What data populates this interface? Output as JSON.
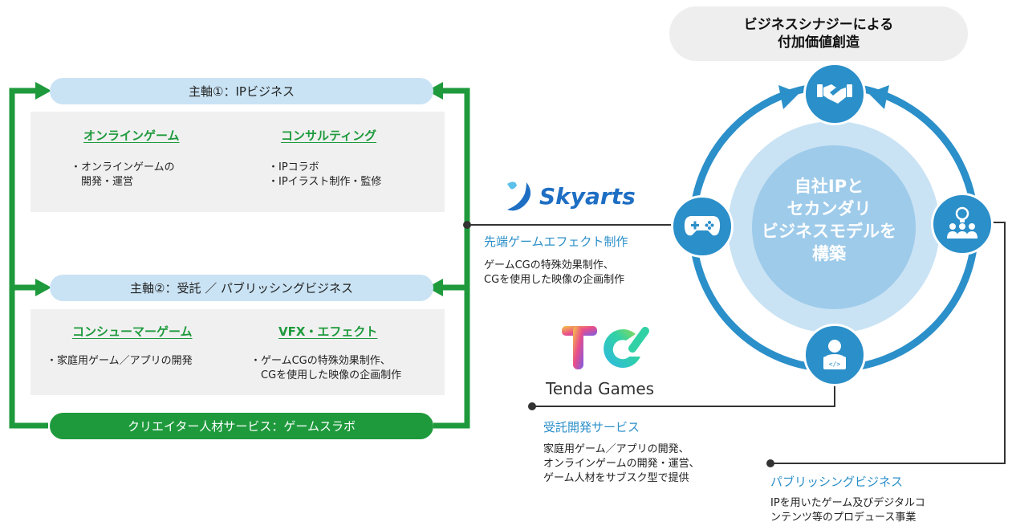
{
  "left": {
    "main1": {
      "title": "主軸①：IPビジネス",
      "col1": {
        "heading": "オンラインゲーム",
        "body": "・オンラインゲームの\n　開発・運営"
      },
      "col2": {
        "heading": "コンサルティング",
        "body": "・IPコラボ\n・IPイラスト制作・監修"
      }
    },
    "main2": {
      "title": "主軸②：受託 ／ パブリッシングビジネス",
      "col1": {
        "heading": "コンシューマーゲーム",
        "body": "・家庭用ゲーム／アプリの開発"
      },
      "col2": {
        "heading": "VFX・エフェクト",
        "body": "・ゲームCGの特殊効果制作、\n　CGを使用した映像の企画制作"
      }
    },
    "bottom_bar": "クリエイター人材サービス：ゲームスラボ"
  },
  "right": {
    "top_bubble": {
      "line1": "ビジネスシナジーによる",
      "line2": "付加価値創造"
    },
    "center": "自社IPと\nセカンダリ\nビジネスモデルを\n構築",
    "skyarts": {
      "logo": "Skyarts",
      "heading": "先端ゲームエフェクト制作",
      "body": "ゲームCGの特殊効果制作、\nCGを使用した映像の企画制作"
    },
    "tenda": {
      "logo": "Tenda Games",
      "heading": "受託開発サービス",
      "body": "家庭用ゲーム／アプリの開発、\nオンラインゲームの開発・運営、\nゲーム人材をサブスク型で提供"
    },
    "publishing": {
      "heading": "パブリッシングビジネス",
      "body": "IPを用いたゲーム及びデジタルコ\nンテンツ等のプロデュース事業"
    }
  },
  "colors": {
    "green": "#1e9a3c",
    "blue": "#2b8fc9",
    "light_blue": "#c9e3f4",
    "panel": "#f0f0f0"
  },
  "icons": [
    "handshake-icon",
    "gamepad-icon",
    "idea-team-icon",
    "developer-icon"
  ]
}
